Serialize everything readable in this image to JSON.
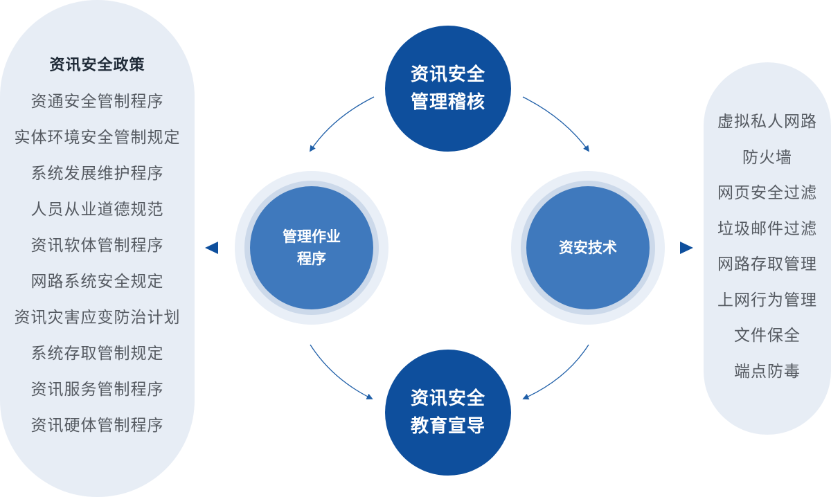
{
  "left_panel": {
    "title": "资讯安全政策",
    "items": [
      "资通安全管制程序",
      "实体环境安全管制规定",
      "系统发展维护程序",
      "人员从业道德规范",
      "资讯软体管制程序",
      "网路系统安全规定",
      "资讯灾害应变防治计划",
      "系统存取管制规定",
      "资讯服务管制程序",
      "资讯硬体管制程序"
    ]
  },
  "right_panel": {
    "items": [
      "虚拟私人网路",
      "防火墙",
      "网页安全过滤",
      "垃圾邮件过滤",
      "网路存取管理",
      "上网行为管理",
      "文件保全",
      "端点防毒"
    ]
  },
  "cycle": {
    "top": "资讯安全\n管理稽核",
    "left": "管理作业\n程序",
    "right": "资安技术",
    "bottom": "资讯安全\n教育宣导"
  },
  "colors": {
    "dark_circle": "#0e4f9d",
    "mid_circle": "#3f79bd",
    "panel_bg": "#e7edf5",
    "arrow": "#1f5fa8"
  }
}
